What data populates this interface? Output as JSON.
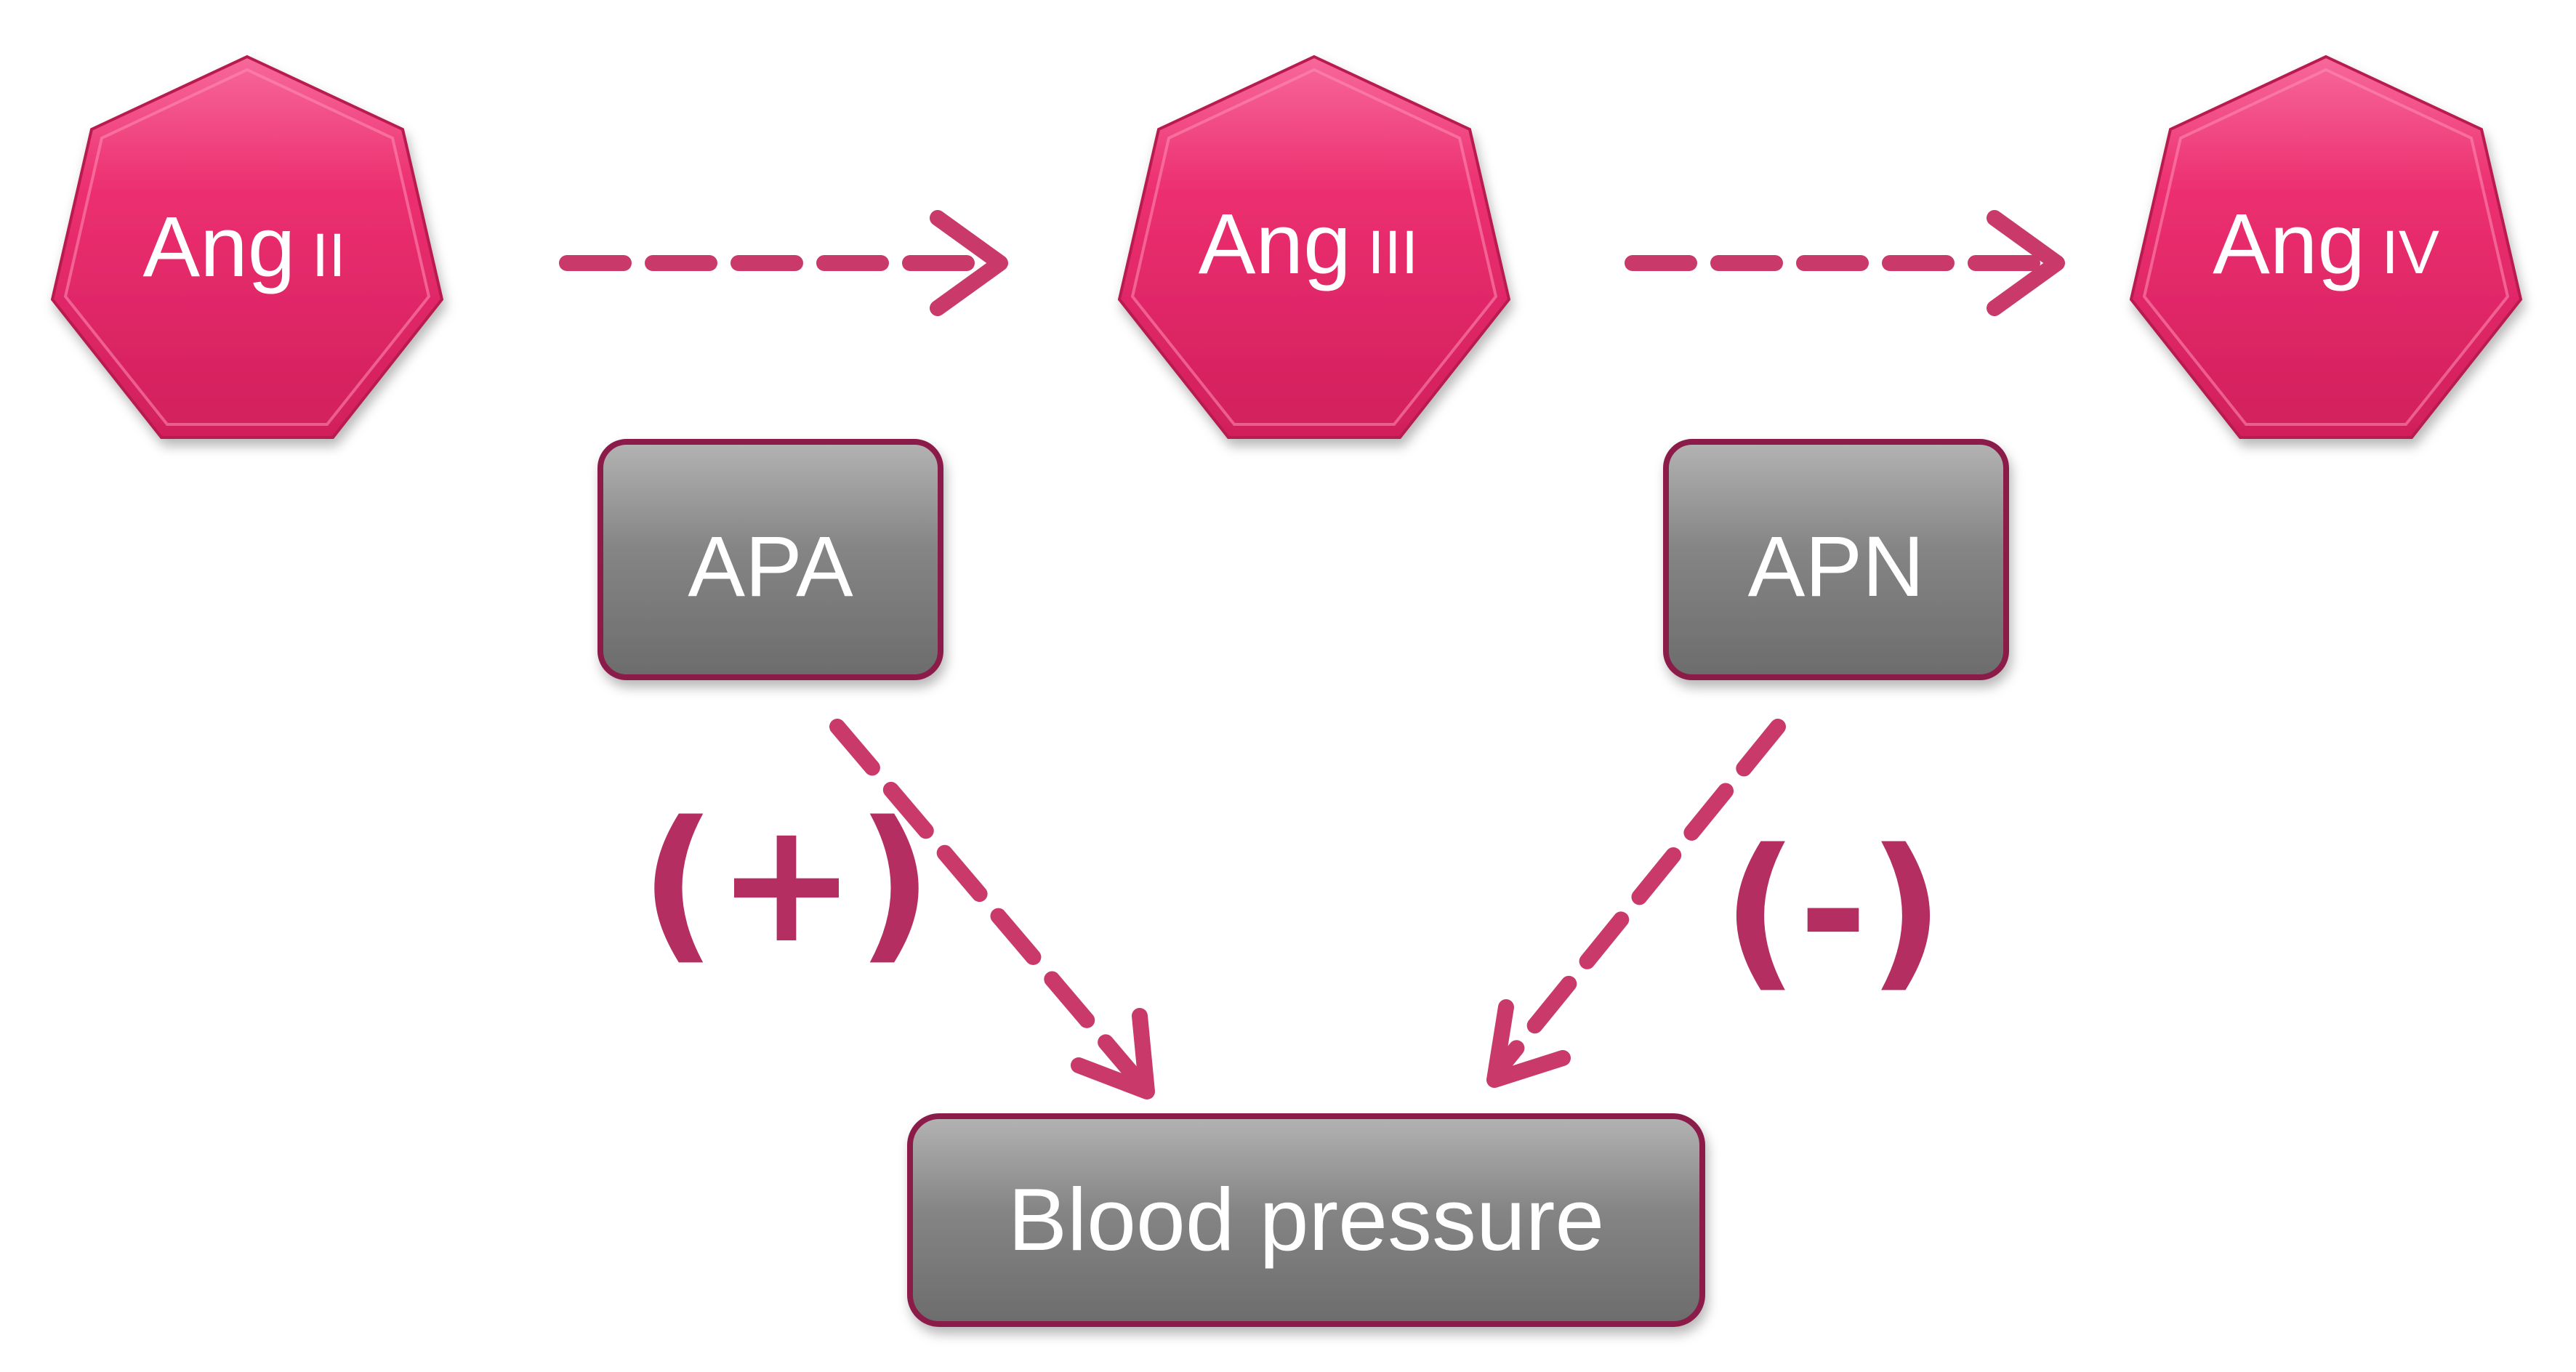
{
  "colors": {
    "heptagon_fill": "#e8296a",
    "heptagon_highlight": "#f55a8a",
    "heptagon_dark": "#c41c55",
    "enzyme_fill": "#7c7c7c",
    "enzyme_highlight": "#a6a6a6",
    "enzyme_border": "#8b1e4a",
    "arrow": "#c93a6b",
    "sign": "#b42e62"
  },
  "nodes": {
    "ang2": {
      "prefix": "Ang",
      "numeral": "II"
    },
    "ang3": {
      "prefix": "Ang",
      "numeral": "III"
    },
    "ang4": {
      "prefix": "Ang",
      "numeral": "IV"
    }
  },
  "enzymes": {
    "apa": "APA",
    "apn": "APN"
  },
  "effects": {
    "apa_effect": "(+)",
    "apn_effect": "(-)"
  },
  "outcome": {
    "label": "Blood pressure"
  },
  "edges": [
    {
      "from": "ang2",
      "to": "ang3",
      "style": "dashed"
    },
    {
      "from": "ang3",
      "to": "ang4",
      "style": "dashed"
    },
    {
      "from": "apa",
      "to": "outcome",
      "style": "dashed"
    },
    {
      "from": "apn",
      "to": "outcome",
      "style": "dashed"
    }
  ]
}
